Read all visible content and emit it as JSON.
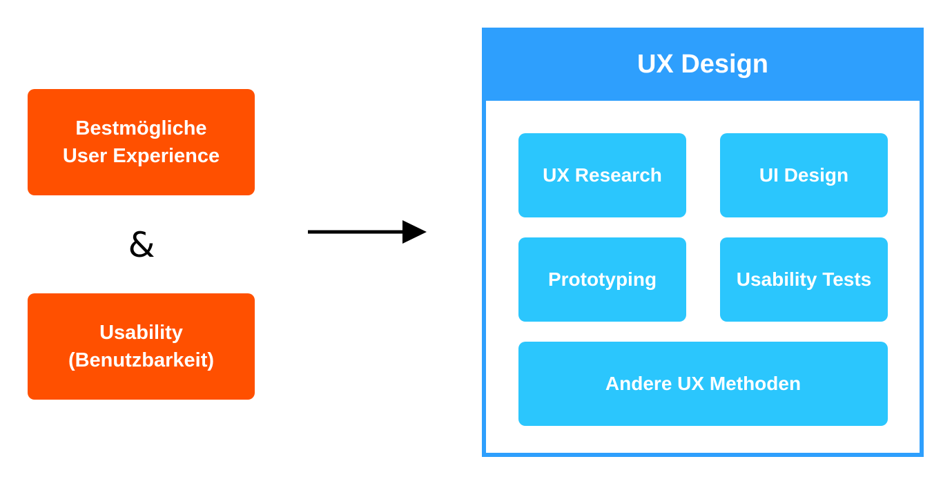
{
  "colors": {
    "orange": "#ff5000",
    "frame_blue": "#2e9ffd",
    "method_blue": "#2bc6fd",
    "text_white": "#ffffff"
  },
  "left": {
    "box1": {
      "line1": "Bestmögliche",
      "line2": "User Experience"
    },
    "connector": "&",
    "box2": {
      "line1": "Usability",
      "line2": "(Benutzbarkeit)"
    }
  },
  "arrow": {
    "icon": "right-arrow-icon"
  },
  "ux_design": {
    "title": "UX Design",
    "methods": [
      "UX Research",
      "UI Design",
      "Prototyping",
      "Usability Tests",
      "Andere UX Methoden"
    ]
  }
}
